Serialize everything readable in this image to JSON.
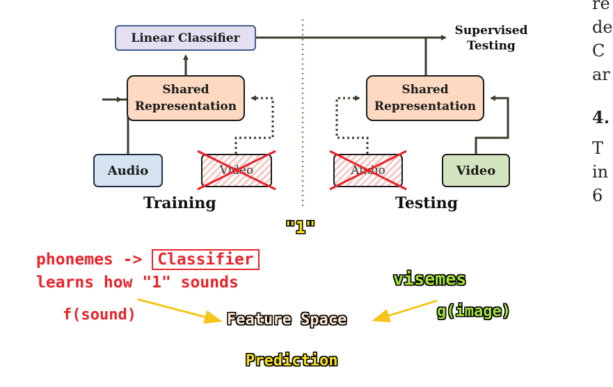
{
  "diagram": {
    "linear_classifier": "Linear Classifier",
    "supervised_testing_line1": "Supervised",
    "supervised_testing_line2": "Testing",
    "shared_line1": "Shared",
    "shared_line2": "Representation",
    "training": {
      "audio": "Audio",
      "video": "Video",
      "label": "Training"
    },
    "testing": {
      "audio": "Audio",
      "video": "Video",
      "label": "Testing"
    }
  },
  "annotations": {
    "one": "\"1\"",
    "phonemes": "phonemes ->",
    "classifier": "Classifier",
    "learns": "learns how \"1\" sounds",
    "visemes": "visemes",
    "f_sound": "f(sound)",
    "g_image": "g(image)",
    "feature_space": "Feature Space",
    "prediction": "Prediction"
  },
  "edge_text": {
    "lines": [
      "re",
      "de",
      "C",
      "ar",
      "4.",
      "T",
      "in",
      "6"
    ]
  },
  "colors": {
    "annotation_red": "#e8232a",
    "annotation_green": "#a6e23c",
    "annotation_yellow": "#f7e11b",
    "arrow_yellow": "#f5c518",
    "arrow_dark": "#3d3a2c"
  }
}
